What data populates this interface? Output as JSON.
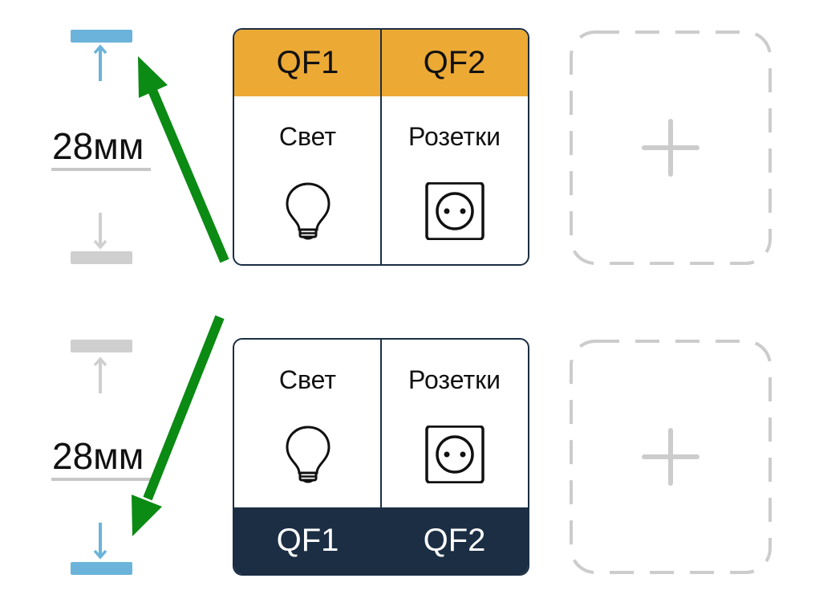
{
  "top_panel": {
    "dimension_label": "28мм",
    "card": {
      "breakers": [
        "QF1",
        "QF2"
      ],
      "circuits": [
        {
          "label": "Свет",
          "icon": "lightbulb-icon"
        },
        {
          "label": "Розетки",
          "icon": "socket-icon"
        }
      ]
    },
    "add_slot": {
      "icon": "plus-icon"
    }
  },
  "bottom_panel": {
    "dimension_label": "28мм",
    "card": {
      "breakers": [
        "QF1",
        "QF2"
      ],
      "circuits": [
        {
          "label": "Свет",
          "icon": "lightbulb-icon"
        },
        {
          "label": "Розетки",
          "icon": "socket-icon"
        }
      ]
    },
    "add_slot": {
      "icon": "plus-icon"
    }
  },
  "colors": {
    "band_orange": "#ECA934",
    "band_navy": "#1B2E44",
    "measure_active": "#6BB3DA",
    "measure_inactive": "#CFCFCF",
    "arrow_green": "#0B8A14",
    "slot_outline": "#CCCCCC"
  }
}
